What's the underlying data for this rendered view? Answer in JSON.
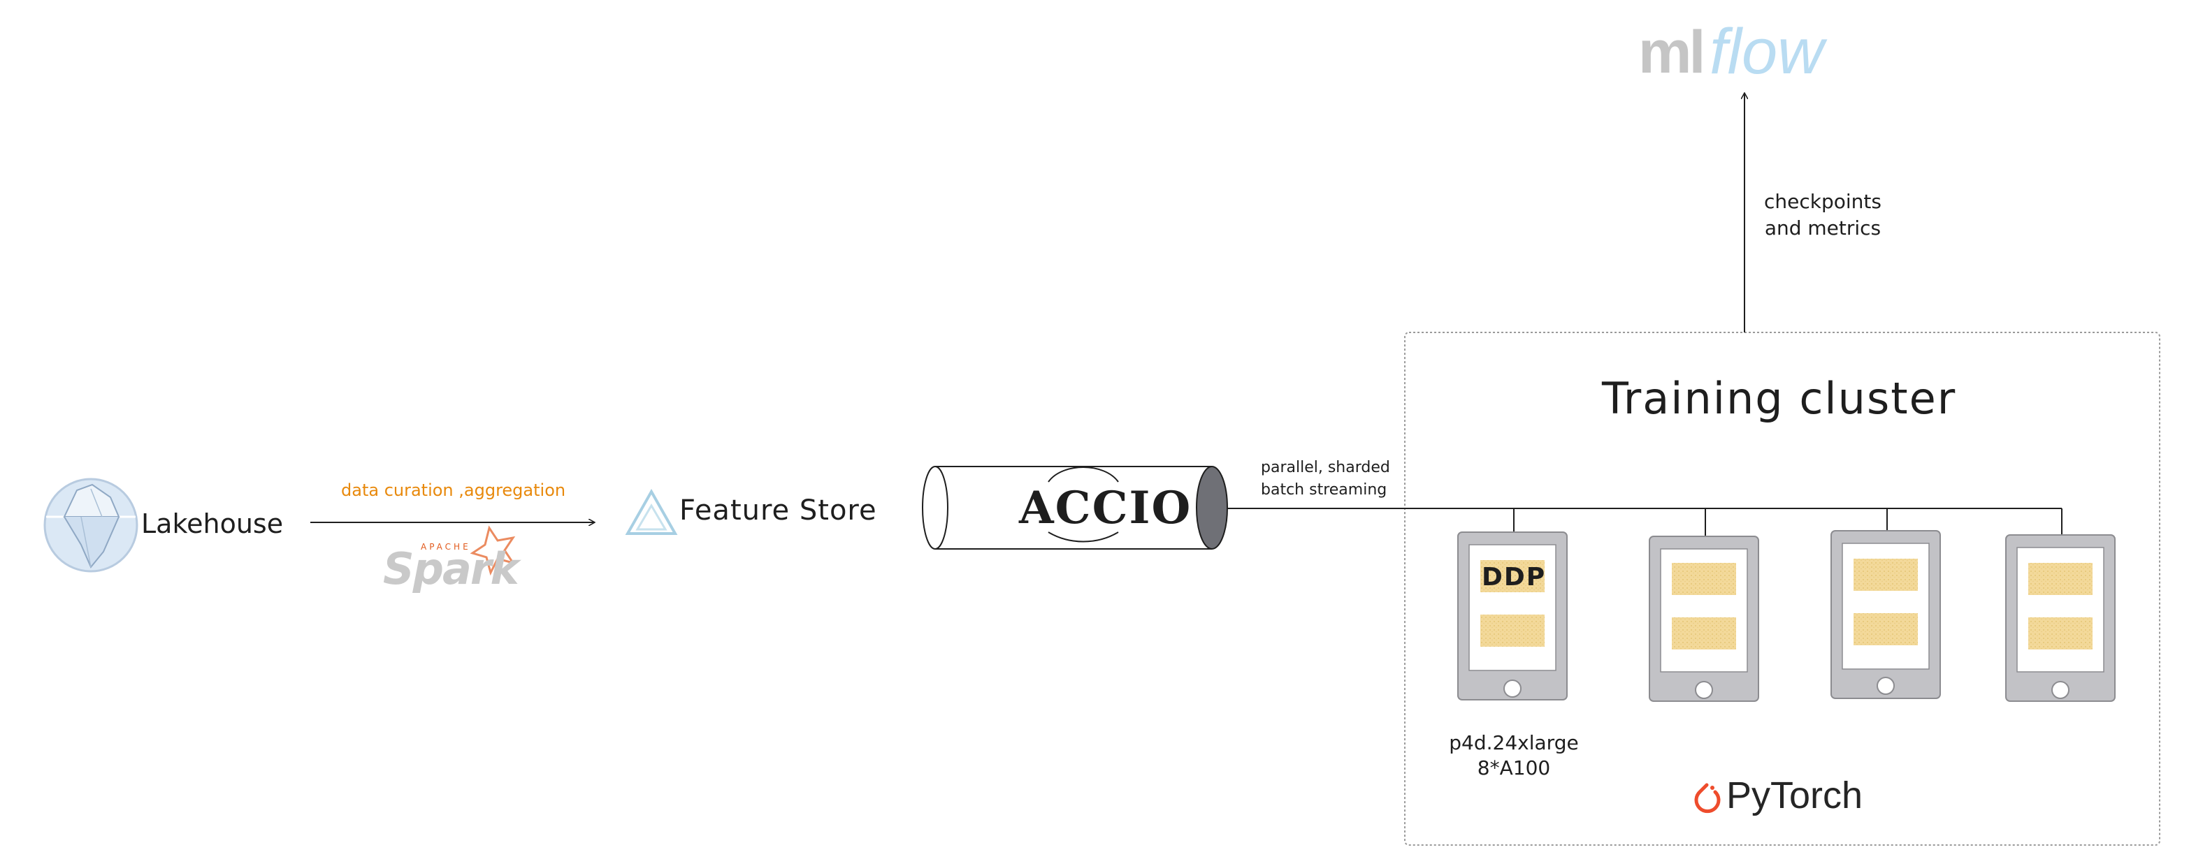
{
  "nodes": {
    "lakehouse": {
      "label": "Lakehouse"
    },
    "feature_store": {
      "label": "Feature Store"
    },
    "accio": {
      "label": "ACCIO"
    },
    "mlflow": {
      "ml": "ml",
      "flow": "flow"
    },
    "training_cluster": {
      "title": "Training cluster",
      "instance_label": "p4d.24xlarge\n8*A100",
      "ddp_label": "DDP",
      "framework": "PyTorch"
    },
    "spark": {
      "apache": "APACHE",
      "word": "Spark"
    }
  },
  "edges": {
    "lakehouse_to_feature_store": {
      "label": "data curation ,aggregation"
    },
    "accio_to_cluster": {
      "label": "parallel, sharded\nbatch streaming"
    },
    "cluster_to_mlflow": {
      "label": "checkpoints\nand metrics"
    }
  },
  "colors": {
    "ink": "#1e1e1e",
    "curation_orange": "#e8890c",
    "device_gray": "#c2c2c6",
    "chip_yellow": "#f3d99a",
    "pytorch_orange": "#ee4c2c",
    "mlflow_blue": "#b9dcf2",
    "iceberg_blue": "#dbe8f5",
    "cylinder_cap": "#6f7076"
  },
  "icons": {
    "lakehouse": "iceberg-icon",
    "feature_store": "feature-store-logo-icon",
    "pytorch": "pytorch-flame-icon",
    "pipe": "pipe-cylinder-icon"
  }
}
